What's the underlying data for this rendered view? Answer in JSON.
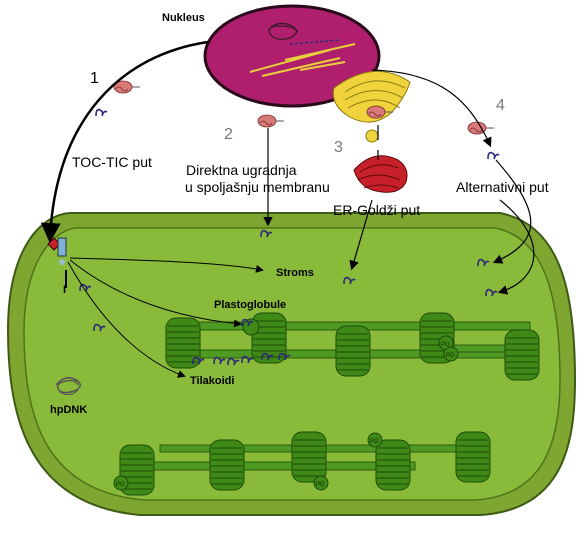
{
  "labels": {
    "nucleus": "Nukleus",
    "route1_num": "1",
    "route2_num": "2",
    "route3_num": "3",
    "route4_num": "4",
    "toc_tic": "TOC-TIC put",
    "direct_line1": "Direktna ugradnja",
    "direct_line2": "u spoljašnju membranu",
    "er_golgi": "ER-Goldži put",
    "alternative": "Alternativni put",
    "stroma": "Stroms",
    "plastoglobule": "Plastoglobule",
    "thylakoids": "Tilakoidi",
    "cpdna": "hpDNK",
    "roman_one": "I",
    "pg": "PG"
  },
  "colors": {
    "nucleus_fill": "#b01f6e",
    "chloroplast_outer": "#7ea631",
    "chloroplast_inner": "#8aba3a",
    "granum": "#3f8a16",
    "golgi": "#f0d23c",
    "er": "#c8202a",
    "ribosome": "#d97a7a",
    "protein": "#2f2a7a"
  },
  "icons": [
    "ribosome-icon",
    "protein-icon",
    "toc-tic-complex-icon",
    "er-icon",
    "golgi-icon",
    "dna-icon"
  ]
}
